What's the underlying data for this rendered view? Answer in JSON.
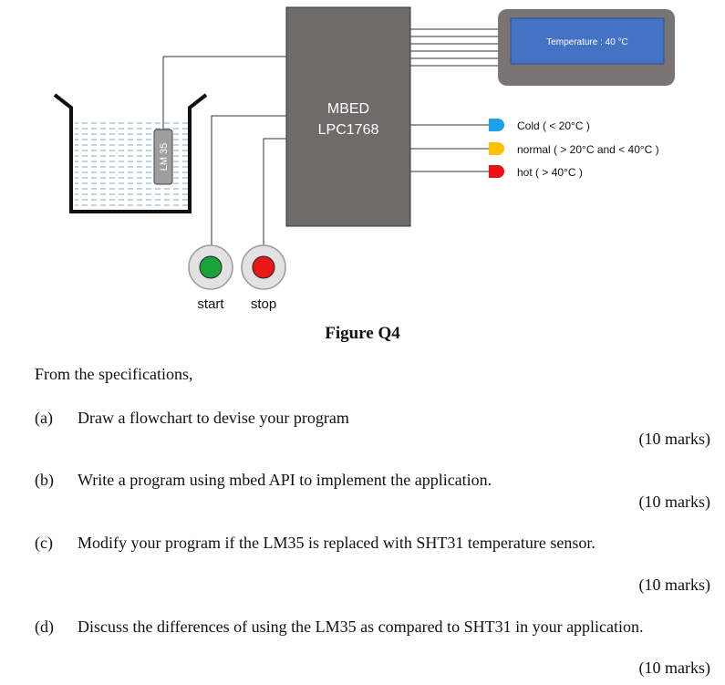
{
  "figure": {
    "mcu_line1": "MBED",
    "mcu_line2": "LPC1768",
    "display_text": "Temperature : 40 °C",
    "sensor_label": "LM 35",
    "led_cold_label": "Cold ( < 20°C )",
    "led_normal_label": "normal ( > 20°C and < 40°C )",
    "led_hot_label": "hot ( > 40°C )",
    "start_label": "start",
    "stop_label": "stop",
    "caption": "Figure Q4",
    "colors": {
      "mcu": "#6f6b6a",
      "display_frame": "#7a7574",
      "display_screen": "#4472c4",
      "led_cold": "#1fa0e8",
      "led_normal": "#ffc000",
      "led_hot": "#ee1111",
      "button_start": "#1aa33a",
      "button_stop": "#e81818",
      "water_dash": "#7fa8c8"
    }
  },
  "intro": "From the specifications,",
  "questions": [
    {
      "label": "(a)",
      "text": "Draw a flowchart to devise your program",
      "marks": "(10 marks)"
    },
    {
      "label": "(b)",
      "text": "Write a program using mbed API to implement the application.",
      "marks": "(10 marks)"
    },
    {
      "label": "(c)",
      "text": "Modify your program if the LM35 is replaced with SHT31 temperature sensor.",
      "marks": "(10 marks)"
    },
    {
      "label": "(d)",
      "text": "Discuss the differences of using the LM35 as compared to SHT31 in your application.",
      "marks": "(10 marks)"
    }
  ]
}
